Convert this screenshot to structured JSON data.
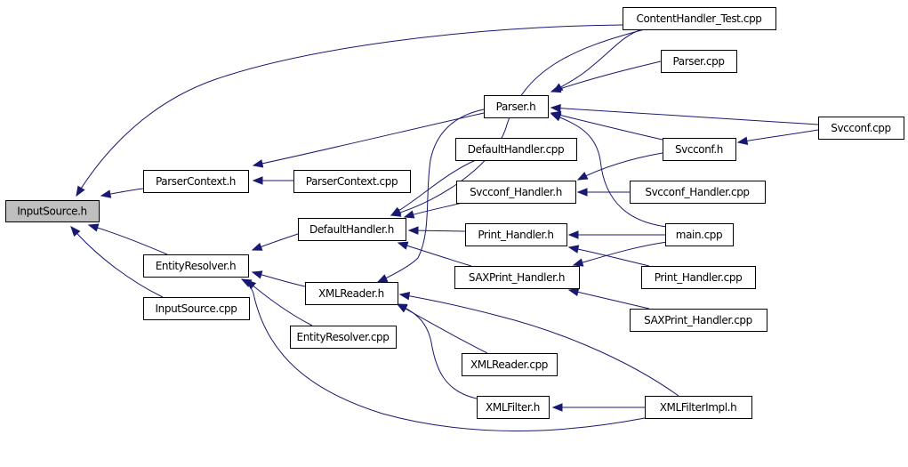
{
  "graph": {
    "title": "InputSource.h included-by graph",
    "edge_color": "#191970",
    "root_fill": "#bfbfbf",
    "nodes": [
      {
        "id": "InputSource_h",
        "label": "InputSource.h",
        "root": true
      },
      {
        "id": "ParserContext_h",
        "label": "ParserContext.h"
      },
      {
        "id": "ParserContext_cpp",
        "label": "ParserContext.cpp"
      },
      {
        "id": "EntityResolver_h",
        "label": "EntityResolver.h"
      },
      {
        "id": "InputSource_cpp",
        "label": "InputSource.cpp"
      },
      {
        "id": "EntityResolver_cpp",
        "label": "EntityResolver.cpp"
      },
      {
        "id": "DefaultHandler_h",
        "label": "DefaultHandler.h"
      },
      {
        "id": "XMLReader_h",
        "label": "XMLReader.h"
      },
      {
        "id": "Parser_h",
        "label": "Parser.h"
      },
      {
        "id": "DefaultHandler_cpp",
        "label": "DefaultHandler.cpp"
      },
      {
        "id": "Svcconf_Handler_h",
        "label": "Svcconf_Handler.h"
      },
      {
        "id": "Print_Handler_h",
        "label": "Print_Handler.h"
      },
      {
        "id": "SAXPrint_Handler_h",
        "label": "SAXPrint_Handler.h"
      },
      {
        "id": "XMLReader_cpp",
        "label": "XMLReader.cpp"
      },
      {
        "id": "XMLFilter_h",
        "label": "XMLFilter.h"
      },
      {
        "id": "ContentHandler_Test_cpp",
        "label": "ContentHandler_Test.cpp"
      },
      {
        "id": "Parser_cpp",
        "label": "Parser.cpp"
      },
      {
        "id": "Svcconf_h",
        "label": "Svcconf.h"
      },
      {
        "id": "Svcconf_Handler_cpp",
        "label": "Svcconf_Handler.cpp"
      },
      {
        "id": "main_cpp",
        "label": "main.cpp"
      },
      {
        "id": "Print_Handler_cpp",
        "label": "Print_Handler.cpp"
      },
      {
        "id": "SAXPrint_Handler_cpp",
        "label": "SAXPrint_Handler.cpp"
      },
      {
        "id": "XMLFilterImpl_h",
        "label": "XMLFilterImpl.h"
      },
      {
        "id": "Svcconf_cpp",
        "label": "Svcconf.cpp"
      }
    ],
    "edges": [
      {
        "from": "ContentHandler_Test_cpp",
        "to": "InputSource_h"
      },
      {
        "from": "ParserContext_h",
        "to": "InputSource_h"
      },
      {
        "from": "EntityResolver_h",
        "to": "InputSource_h"
      },
      {
        "from": "InputSource_cpp",
        "to": "InputSource_h"
      },
      {
        "from": "Parser_h",
        "to": "ParserContext_h"
      },
      {
        "from": "ParserContext_cpp",
        "to": "ParserContext_h"
      },
      {
        "from": "DefaultHandler_h",
        "to": "EntityResolver_h"
      },
      {
        "from": "XMLReader_h",
        "to": "EntityResolver_h"
      },
      {
        "from": "EntityResolver_cpp",
        "to": "EntityResolver_h"
      },
      {
        "from": "XMLFilterImpl_h",
        "to": "EntityResolver_h"
      },
      {
        "from": "ContentHandler_Test_cpp",
        "to": "DefaultHandler_h"
      },
      {
        "from": "DefaultHandler_cpp",
        "to": "DefaultHandler_h"
      },
      {
        "from": "Svcconf_Handler_h",
        "to": "DefaultHandler_h"
      },
      {
        "from": "Print_Handler_h",
        "to": "DefaultHandler_h"
      },
      {
        "from": "SAXPrint_Handler_h",
        "to": "DefaultHandler_h"
      },
      {
        "from": "Parser_h",
        "to": "XMLReader_h"
      },
      {
        "from": "XMLFilterImpl_h",
        "to": "XMLReader_h"
      },
      {
        "from": "XMLReader_cpp",
        "to": "XMLReader_h"
      },
      {
        "from": "XMLFilter_h",
        "to": "XMLReader_h"
      },
      {
        "from": "ContentHandler_Test_cpp",
        "to": "Parser_h"
      },
      {
        "from": "Parser_cpp",
        "to": "Parser_h"
      },
      {
        "from": "Svcconf_cpp",
        "to": "Parser_h"
      },
      {
        "from": "Svcconf_h",
        "to": "Parser_h"
      },
      {
        "from": "main_cpp",
        "to": "Parser_h"
      },
      {
        "from": "Svcconf_cpp",
        "to": "Svcconf_h"
      },
      {
        "from": "Svcconf_h",
        "to": "Svcconf_Handler_h"
      },
      {
        "from": "Svcconf_Handler_cpp",
        "to": "Svcconf_Handler_h"
      },
      {
        "from": "main_cpp",
        "to": "Print_Handler_h"
      },
      {
        "from": "Print_Handler_cpp",
        "to": "Print_Handler_h"
      },
      {
        "from": "main_cpp",
        "to": "SAXPrint_Handler_h"
      },
      {
        "from": "SAXPrint_Handler_cpp",
        "to": "SAXPrint_Handler_h"
      },
      {
        "from": "XMLFilterImpl_h",
        "to": "XMLFilter_h"
      }
    ]
  }
}
